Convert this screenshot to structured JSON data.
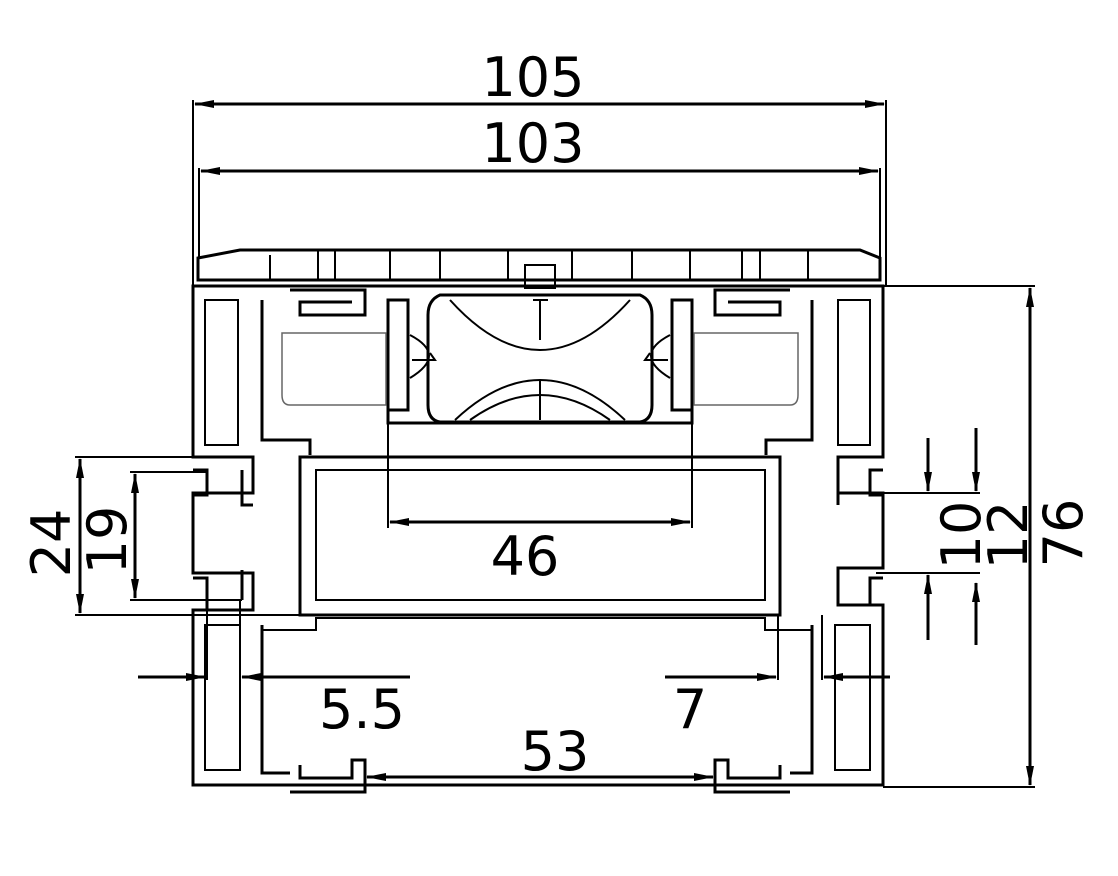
{
  "dimensions": {
    "overall_width": "105",
    "inner_width": "103",
    "roller_width": "46",
    "height_outer": "24",
    "height_inner": "19",
    "gap_right_a": "10",
    "gap_right_b": "12",
    "total_height": "76",
    "wall_left": "5.5",
    "wall_right": "7",
    "bottom_span": "53"
  },
  "colors": {
    "line": "#000000",
    "background": "#ffffff"
  }
}
